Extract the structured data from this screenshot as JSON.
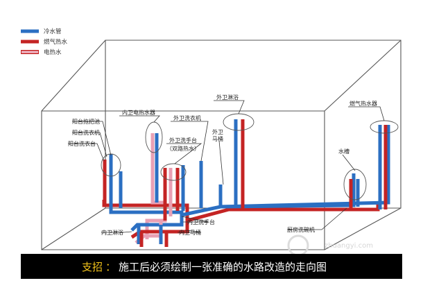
{
  "legend": [
    {
      "label": "冷水管",
      "color": "#2b6fc2"
    },
    {
      "label": "燃气热水",
      "color": "#c42424"
    },
    {
      "label": "电热水",
      "color": "#e8a0b4"
    }
  ],
  "labels": {
    "balcony_mop_pool": "阳台拖把池",
    "balcony_washer": "阳台洗衣机",
    "balcony_wash_basin": "阳台洗衣台",
    "inner_bath_water_heater": "内卫电热水器",
    "outer_bath_washer": "外卫洗衣机",
    "outer_bath_wash_basin": "外卫洗手台",
    "outer_bath_wash_basin_note": "（双路热水）",
    "outer_bath_shower": "外卫淋浴",
    "outer_bath_toilet_a": "外卫",
    "outer_bath_toilet_b": "马桶",
    "gas_water_heater": "燃气热水器",
    "kitchen_sink": "水槽",
    "inner_bath_shower": "内卫淋浴",
    "inner_bath_wash_basin": "内卫洗手台",
    "inner_bath_toilet": "内卫马桶",
    "kitchen_dishwasher": "厨房洗碗机"
  },
  "watermark": "zhuangyi.com",
  "caption": {
    "lead": "支招",
    "separator": "：",
    "text": "施工后必须绘制一张准确的水路改造的走向图"
  }
}
